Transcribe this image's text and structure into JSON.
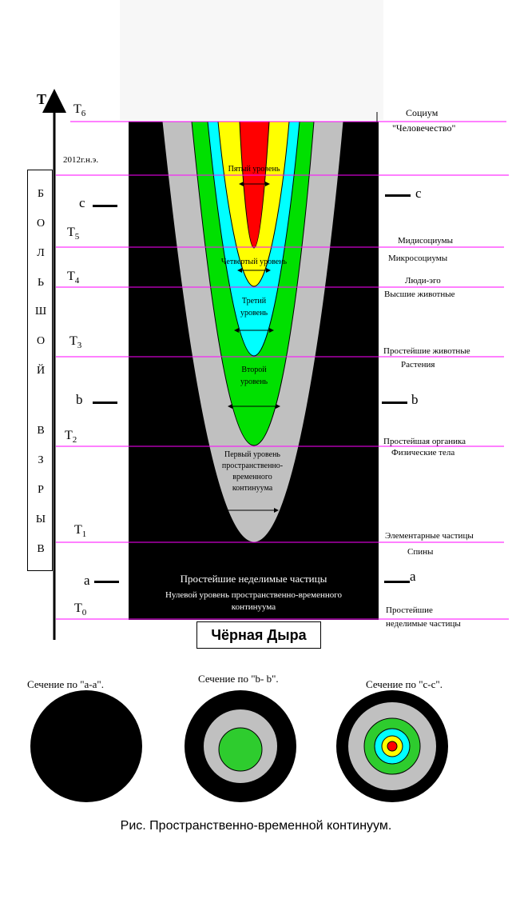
{
  "axis": {
    "label": "T"
  },
  "side_box": {
    "letters": [
      "Б",
      "О",
      "Л",
      "Ь",
      "Ш",
      "О",
      "Й",
      "",
      "В",
      "З",
      "Р",
      "Ы",
      "В"
    ]
  },
  "time_marks": {
    "t6": {
      "base": "T",
      "sub": "6"
    },
    "t5": {
      "base": "T",
      "sub": "5"
    },
    "t4": {
      "base": "T",
      "sub": "4"
    },
    "t3": {
      "base": "T",
      "sub": "3"
    },
    "t2": {
      "base": "T",
      "sub": "2"
    },
    "t1": {
      "base": "T",
      "sub": "1"
    },
    "t0": {
      "base": "T",
      "sub": "0"
    },
    "year": "2012г.н.э."
  },
  "sections_letters": {
    "c": "c",
    "b": "b",
    "a": "a"
  },
  "levels": {
    "fifth": "Пятый уровень",
    "fourth": "Четвертый уровень",
    "third_1": "Третий",
    "third_2": "уровень",
    "second_1": "Второй",
    "second_2": "уровень",
    "first_1": "Первый уровень",
    "first_2": "пространственно-",
    "first_3": "временного",
    "first_4": "континуума",
    "zero_title": "Простейшие неделимые частицы",
    "zero_1": "Нулевой уровень пространственно-временного",
    "zero_2": "континуума"
  },
  "right_labels": {
    "socium": "Социум",
    "humanity": "\"Человечество\"",
    "midi": "Мидисоциумы",
    "micro": "Микросоциумы",
    "people": "Люди-эго",
    "animals": "Высшие животные",
    "simple_animals": "Простейшие животные",
    "plants": "Растения",
    "organics": "Простейшая органика",
    "bodies": "Физические тела",
    "elementary": "Элементарные частицы",
    "spins": "Спины",
    "indiv_1": "Простейшие",
    "indiv_2": "неделимые частицы"
  },
  "black_hole": "Чёрная Дыра",
  "cross_sections": {
    "aa": "Сечение по \"а-а\".",
    "bb": "Сечение по \"b- b\".",
    "cc": "Сечение по \"с-с\"."
  },
  "figure_caption": "Рис. Пространственно-временной континуум.",
  "colors": {
    "black": "#000000",
    "gray": "#c0c0c0",
    "green": "#00e000",
    "cyan": "#00ffff",
    "yellow": "#ffff00",
    "red": "#ff0000",
    "magenta_line": "#ff00ff"
  }
}
